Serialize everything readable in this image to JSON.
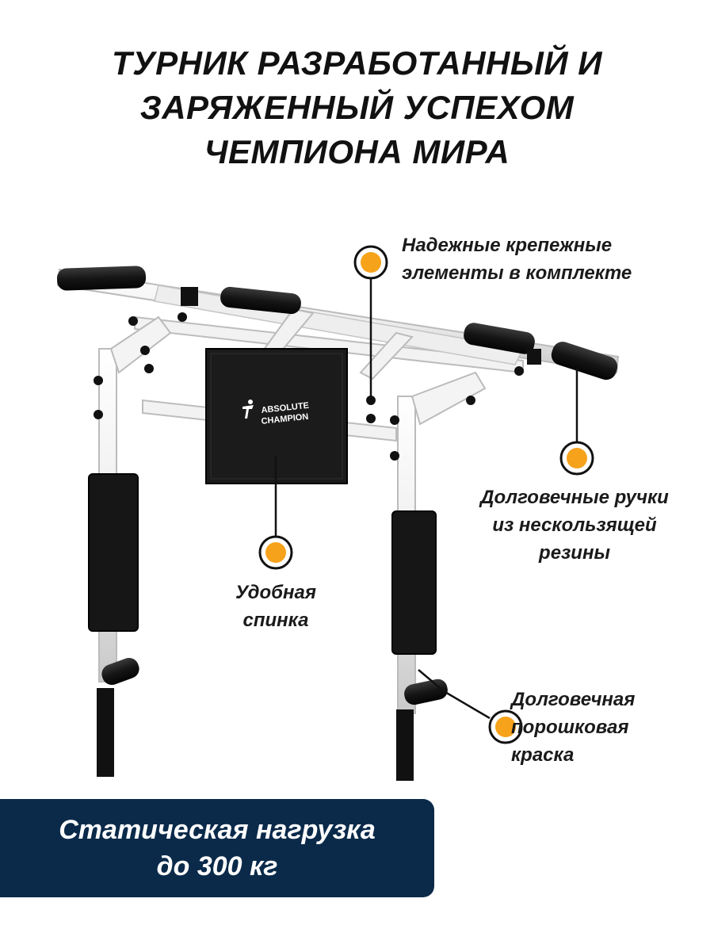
{
  "title": {
    "line1": "ТУРНИК РАЗРАБОТАННЫЙ И",
    "line2": "ЗАРЯЖЕННЫЙ УСПЕХОМ",
    "line3": "ЧЕМПИОНА МИРА"
  },
  "brand": {
    "line1": "ABSOLUTE",
    "line2": "CHAMPION",
    "logo_icon": "running-figure-icon"
  },
  "callouts": {
    "fasteners": {
      "line1": "Надежные крепежные",
      "line2": "элементы в комплекте"
    },
    "handles": {
      "line1": "Долговечные ручки",
      "line2": "из нескользящей",
      "line3": "резины"
    },
    "back_pad": {
      "line1": "Удобная",
      "line2": "спинка"
    },
    "paint": {
      "line1": "Долговечная",
      "line2": "порошковая",
      "line3": "краска"
    }
  },
  "banner": {
    "line1": "Статическая нагрузка",
    "line2": "до 300 кг"
  },
  "colors": {
    "marker": "#f7a21b",
    "banner_bg": "#0b2a4a",
    "frame": "#f1f1f1",
    "grip": "#161616"
  }
}
